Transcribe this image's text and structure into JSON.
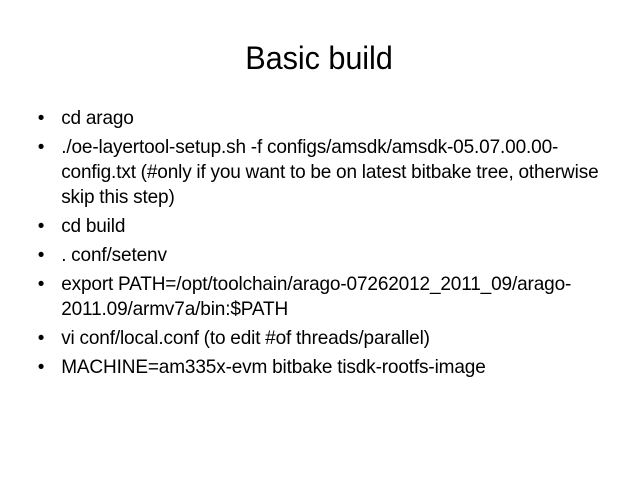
{
  "slide": {
    "title": "Basic build",
    "background_color": "#ffffff",
    "text_color": "#000000",
    "bullet_glyph": "•",
    "bullets": [
      {
        "marker": "•",
        "text": "cd arago"
      },
      {
        "marker": "•",
        "text": "./oe-layertool-setup.sh -f configs/amsdk/amsdk-05.07.00.00-config.txt (#only if you want to be on latest bitbake tree, otherwise skip this step)"
      },
      {
        "marker": "•",
        "text": "cd build"
      },
      {
        "marker": "•",
        "text": ". conf/setenv"
      },
      {
        "marker": "•",
        "text": "export PATH=/opt/toolchain/arago-07262012_2011_09/arago-2011.09/armv7a/bin:$PATH"
      },
      {
        "marker": "•",
        "text": "vi conf/local.conf (to edit #of threads/parallel)"
      },
      {
        "marker": "•",
        "text": "MACHINE=am335x-evm bitbake tisdk-rootfs-image"
      }
    ]
  }
}
